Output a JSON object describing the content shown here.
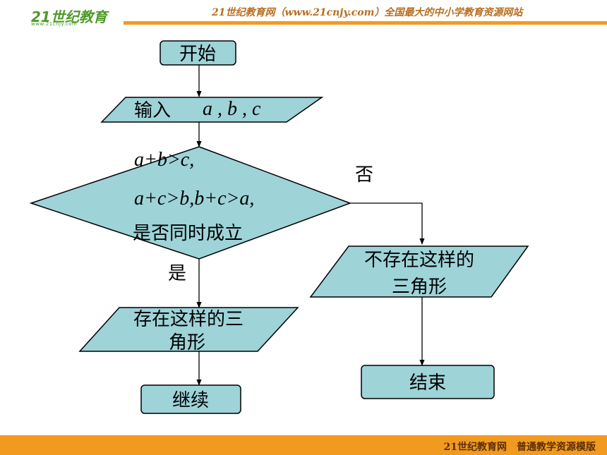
{
  "header": {
    "logo": "21世纪教育",
    "logo_url": "www.21cnjy.com",
    "slogan": "21世纪教育网（www.21cnjy.com）全国最大的中小学教育资源网站"
  },
  "footer": {
    "text": "21世纪教育网　普通教学资源模版"
  },
  "flowchart": {
    "start": "开始",
    "input": {
      "label": "输入",
      "vars": "a , b , c"
    },
    "decision": {
      "line1": "a+b>c,",
      "line2": "a+c>b,b+c>a,",
      "line3": "是否同时成立"
    },
    "no_label": "否",
    "yes_label": "是",
    "no_output": {
      "line1": "不存在这样的",
      "line2": "三角形"
    },
    "yes_output": {
      "line1": "存在这样的三",
      "line2": "角形"
    },
    "end": "结束",
    "continue": "继续"
  },
  "colors": {
    "shape_fill": "#9ed3d8",
    "header_bar": "#f29a1f"
  }
}
